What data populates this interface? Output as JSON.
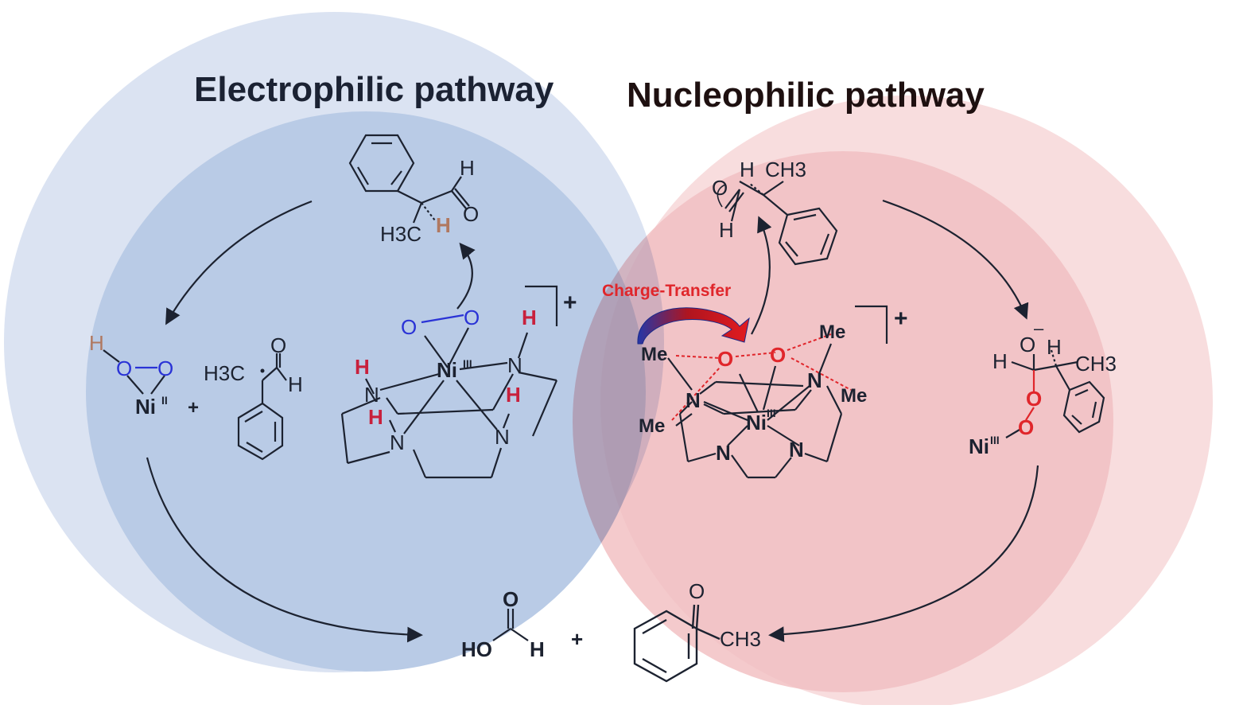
{
  "titles": {
    "left": "Electrophilic pathway",
    "right": "Nucleophilic pathway"
  },
  "annotation": {
    "charge_transfer": "Charge-Transfer"
  },
  "labels": {
    "plus": "+",
    "ni3": "Ni",
    "ni2": "Ni",
    "sup3": "III",
    "sup2": "II",
    "N": "N",
    "H": "H",
    "O": "O",
    "Me": "Me",
    "H3C": "H3C",
    "CH3": "CH3",
    "HO": "HO",
    "minus": "–"
  },
  "colors": {
    "blue_outer": "#dbe3f2",
    "blue_inner": "#b9cbe6",
    "red_outer": "#f7d9da",
    "red_inner": "#f2c1c3",
    "bond": "#1c2230",
    "oxygen_blue": "#2a33d6",
    "oxygen_red": "#e0262b",
    "hydrogen_red": "#c8203c",
    "hydrogen_tan": "#b07860",
    "charge_arrow": "#d4171c"
  }
}
